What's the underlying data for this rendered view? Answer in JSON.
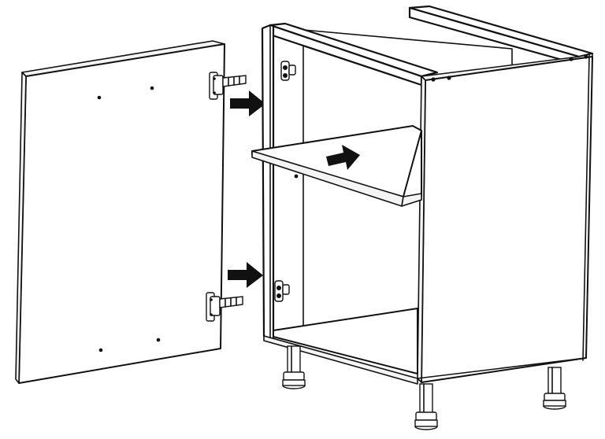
{
  "diagram": {
    "type": "assembly-instruction",
    "parts": [
      {
        "id": "door-panel",
        "icon": "door-panel"
      },
      {
        "id": "cabinet-carcass",
        "icon": "cabinet-box"
      },
      {
        "id": "shelf",
        "icon": "shelf-panel"
      },
      {
        "id": "hinge-top",
        "icon": "hinge"
      },
      {
        "id": "hinge-bottom",
        "icon": "hinge"
      },
      {
        "id": "mounting-plate-top",
        "icon": "mounting-plate"
      },
      {
        "id": "mounting-plate-bottom",
        "icon": "mounting-plate"
      },
      {
        "id": "legs",
        "icon": "adjustable-leg",
        "count": 4
      }
    ],
    "arrows": [
      {
        "id": "arrow-hinge-top",
        "direction": "right"
      },
      {
        "id": "arrow-hinge-bottom",
        "direction": "right"
      },
      {
        "id": "arrow-shelf-insert",
        "direction": "right"
      }
    ],
    "colors": {
      "line": "#111111",
      "background": "#ffffff"
    }
  }
}
